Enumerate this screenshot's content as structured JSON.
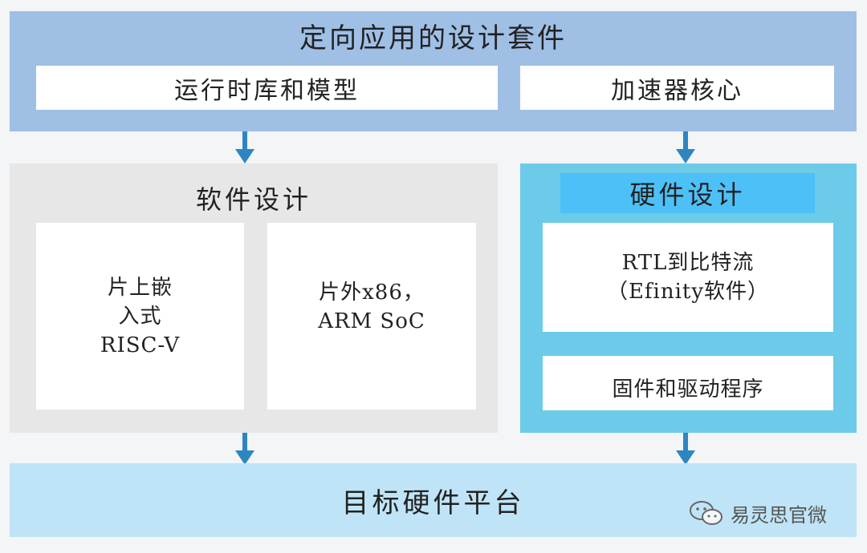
{
  "top": {
    "title": "定向应用的设计套件",
    "left_box": "运行时库和模型",
    "right_box": "加速器核心"
  },
  "software": {
    "title": "软件设计",
    "box1_lines": [
      "片上嵌",
      "入式",
      "RISC-V"
    ],
    "box2_lines": [
      "片外x86，",
      "ARM SoC"
    ]
  },
  "hardware": {
    "title": "硬件设计",
    "box1_lines": [
      "RTL到比特流",
      "（Efinity软件）"
    ],
    "box2": "固件和驱动程序"
  },
  "bottom": {
    "title": "目标硬件平台"
  },
  "watermark": {
    "icon": "wechat-icon",
    "text": "易灵思官微"
  },
  "colors": {
    "top_band": "#9fbfe5",
    "software_panel": "#e7e7e7",
    "hardware_panel": "#6ccbe8",
    "hardware_title": "#4dc0f8",
    "bottom_band": "#bfe4f7",
    "arrow": "#2e86c1"
  }
}
